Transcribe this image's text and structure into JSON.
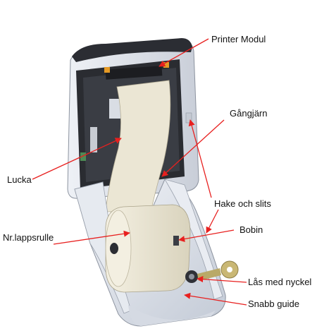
{
  "labels": {
    "printer_modul": "Printer Modul",
    "gangjarn": "Gångjärn",
    "lucka": "Lucka",
    "hake_och_slits": "Hake och slits",
    "nr_lappsrulle": "Nr.lappsrulle",
    "bobin": "Bobin",
    "las_med_nyckel": "Lås med nyckel",
    "snabb_guide": "Snabb guide"
  },
  "colors": {
    "arrow": "#e8201f",
    "housing": "#dfe3ea",
    "paper": "#ece7d6",
    "dark_frame": "#2a2c31",
    "key": "#c9b774"
  }
}
